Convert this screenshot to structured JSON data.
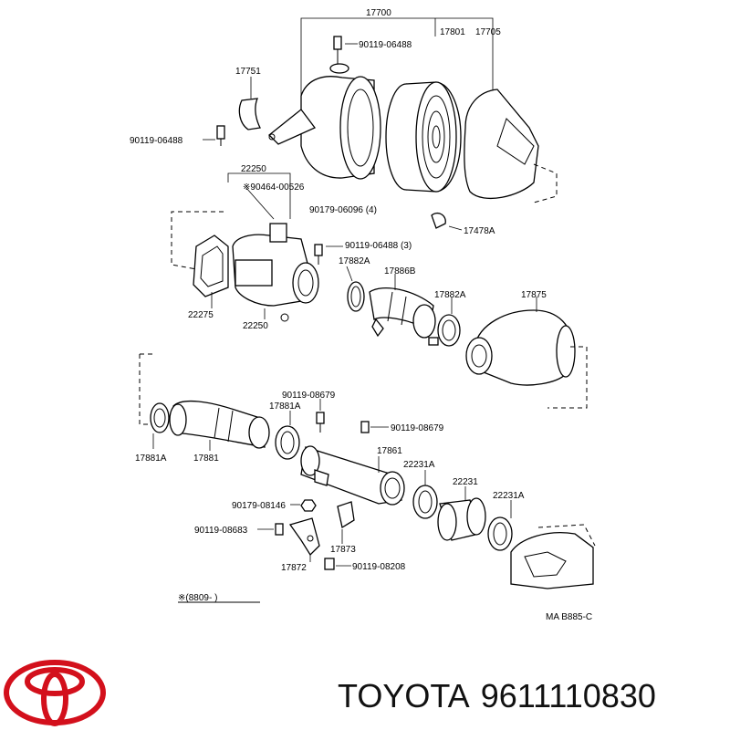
{
  "brand": {
    "name": "TOYOTA",
    "part_number": "9611110830",
    "logo_color": "#d3101c"
  },
  "diagram": {
    "ref_code": "MA B885-C",
    "note": "※(8809-       )",
    "labels": [
      {
        "id": "l17700",
        "text": "17700"
      },
      {
        "id": "l17801",
        "text": "17801"
      },
      {
        "id": "l17705",
        "text": "17705"
      },
      {
        "id": "l90119a",
        "text": "90119-06488"
      },
      {
        "id": "l17751",
        "text": "17751"
      },
      {
        "id": "l90119b",
        "text": "90119-06488"
      },
      {
        "id": "l22250a",
        "text": "22250"
      },
      {
        "id": "l90464",
        "text": "※90464-00526"
      },
      {
        "id": "l90179a",
        "text": "90179-06096 (4)"
      },
      {
        "id": "l17478",
        "text": "17478A"
      },
      {
        "id": "l90119c",
        "text": "90119-06488 (3)"
      },
      {
        "id": "l17882a",
        "text": "17882A"
      },
      {
        "id": "l17886",
        "text": "17886B"
      },
      {
        "id": "l22275",
        "text": "22275"
      },
      {
        "id": "l22250b",
        "text": "22250"
      },
      {
        "id": "l17882b",
        "text": "17882A"
      },
      {
        "id": "l17875",
        "text": "17875"
      },
      {
        "id": "l90119d",
        "text": "90119-08679"
      },
      {
        "id": "l17881a",
        "text": "17881A"
      },
      {
        "id": "l90119e",
        "text": "90119-08679"
      },
      {
        "id": "l17881b",
        "text": "17881A"
      },
      {
        "id": "l17881",
        "text": "17881"
      },
      {
        "id": "l17861",
        "text": "17861"
      },
      {
        "id": "l22231a",
        "text": "22231A"
      },
      {
        "id": "l22231",
        "text": "22231"
      },
      {
        "id": "l22231b",
        "text": "22231A"
      },
      {
        "id": "l90179b",
        "text": "90179-08146"
      },
      {
        "id": "l90119f",
        "text": "90119-08683"
      },
      {
        "id": "l17873",
        "text": "17873"
      },
      {
        "id": "l17872",
        "text": "17872"
      },
      {
        "id": "l90119g",
        "text": "90119-08208"
      }
    ]
  }
}
